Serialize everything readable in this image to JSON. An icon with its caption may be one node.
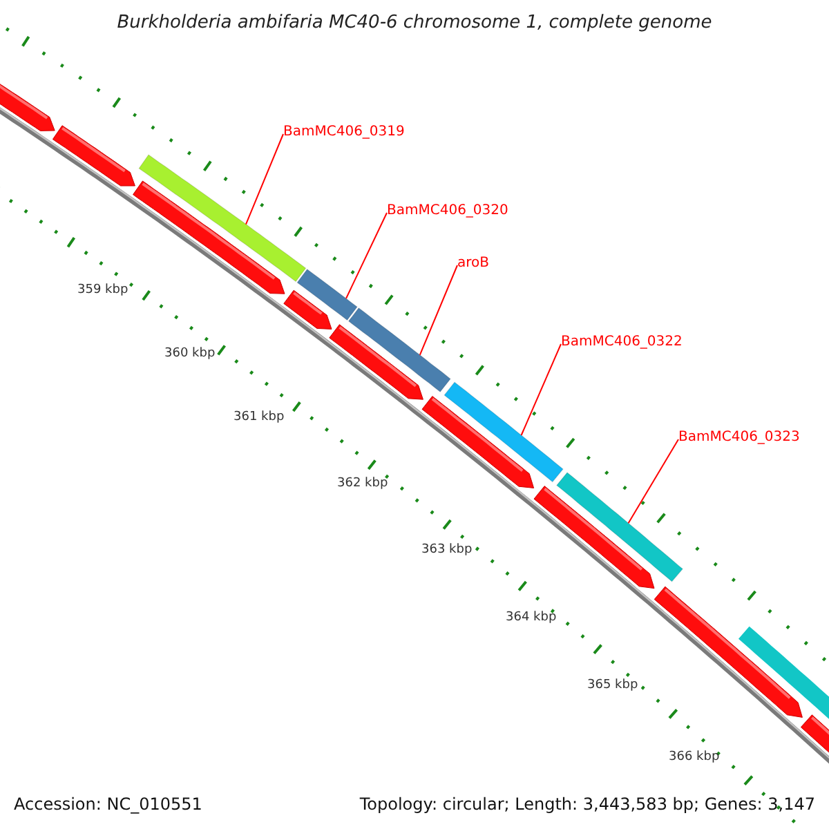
{
  "diagram": {
    "title": "Burkholderia ambifaria MC40-6 chromosome 1, complete genome",
    "nodes": [
      {
        "text": [
          "BamMC406_0319"
        ]
      },
      {
        "text": [
          "BamMC406_0320"
        ]
      },
      {
        "text": [
          "aroB"
        ]
      },
      {
        "text": [
          "BamMC406_0322"
        ]
      },
      {
        "text": [
          "BamMC406_0323"
        ]
      },
      {
        "text": [],
        "shape": "bar"
      },
      {
        "text": [],
        "shape": "bar"
      },
      {
        "text": [],
        "shape": "bar"
      },
      {
        "text": [],
        "shape": "bar"
      },
      {
        "text": [],
        "shape": "bar"
      }
    ],
    "edges": [
      {
        "from": 0,
        "to": 5,
        "arrow": "none"
      },
      {
        "from": 1,
        "to": 6,
        "arrow": "none"
      },
      {
        "from": 2,
        "to": 7,
        "arrow": "none"
      },
      {
        "from": 3,
        "to": 8,
        "arrow": "none"
      },
      {
        "from": 4,
        "to": 9,
        "arrow": "none"
      }
    ],
    "labels": [
      "359 kbp",
      "360 kbp",
      "361 kbp",
      "362 kbp",
      "363 kbp",
      "364 kbp",
      "365 kbp",
      "366 kbp",
      "Accession: NC_010551",
      "Topology: circular; Length: 3,443,583 bp; Genes: 3,147"
    ]
  }
}
